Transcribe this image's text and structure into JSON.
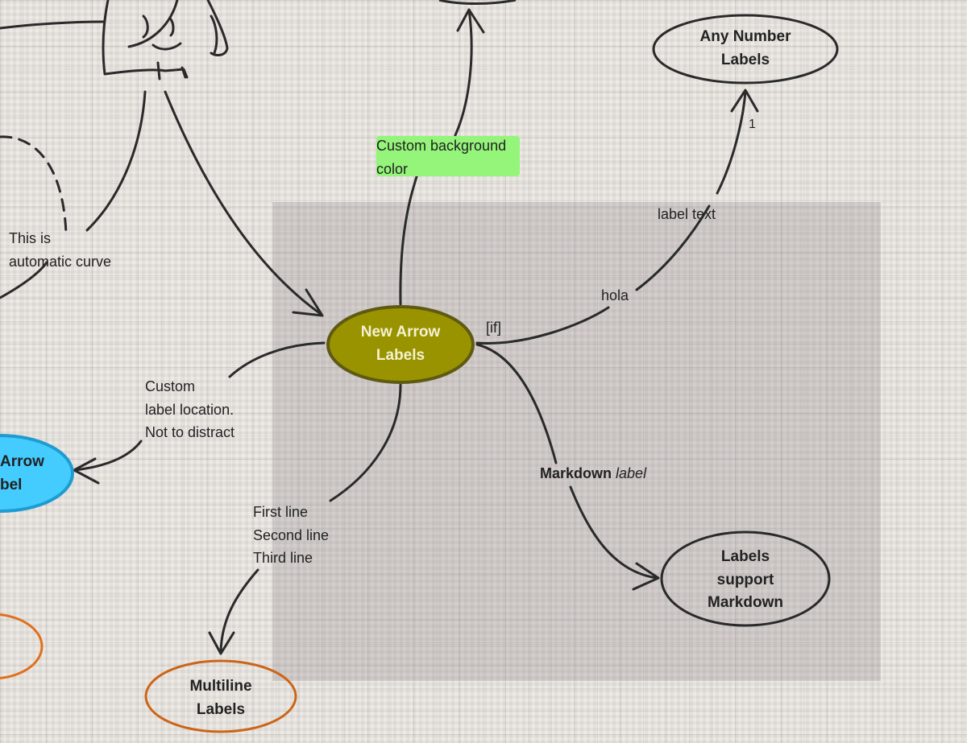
{
  "colors": {
    "background": "#edeae6",
    "olive_node": "#9a9300",
    "olive_border": "#5e5a14",
    "blue_node": "#44ccff",
    "blue_border": "#1e9cd0",
    "orange_border": "#e0701c",
    "custom_label_bg": "#94f57a",
    "stroke": "#2a2a2a"
  },
  "nodes": {
    "center": {
      "lines": [
        "New Arrow",
        "Labels"
      ]
    },
    "any_number": {
      "lines": [
        "Any Number",
        "Labels"
      ]
    },
    "markdown_node": {
      "lines": [
        "Labels",
        "support",
        "Markdown"
      ]
    },
    "multiline_node": {
      "lines": [
        "Multiline",
        "Labels"
      ]
    },
    "blue_partial": {
      "lines": [
        "Arrow",
        "bel"
      ]
    }
  },
  "labels": {
    "custom_background": [
      "Custom background",
      "color"
    ],
    "label_text": "label text",
    "one": "1",
    "hola": "hola",
    "if_label": "[if]",
    "automatic_curve": [
      "This is",
      "automatic curve"
    ],
    "custom_location": [
      "Custom",
      "label location.",
      "Not to distract"
    ],
    "markdown_bold": "Markdown",
    "markdown_italic": "label",
    "multiline": [
      "First line",
      "Second line",
      "Third line"
    ]
  },
  "icons": {
    "character": "woman-face-icon"
  }
}
